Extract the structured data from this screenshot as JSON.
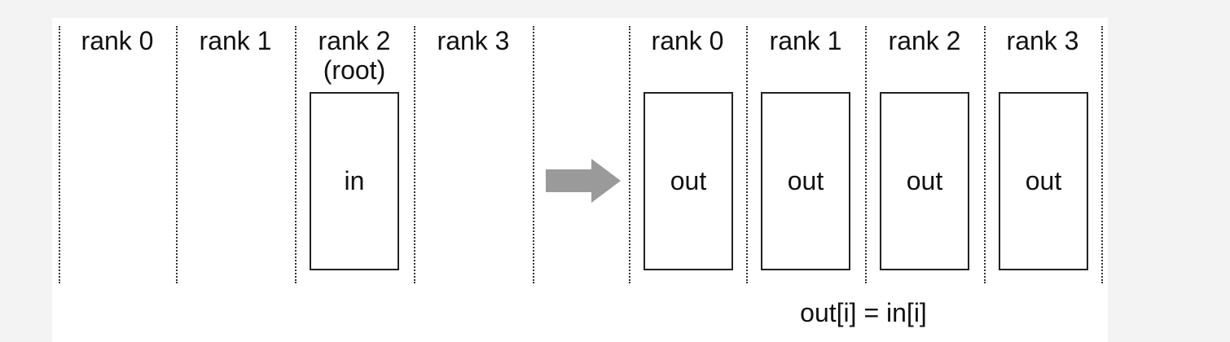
{
  "diagram": {
    "left_group": {
      "rank_labels": [
        "rank 0",
        "rank 1",
        "rank 2",
        "rank 3"
      ],
      "root_note": "(root)",
      "input_box": "in"
    },
    "right_group": {
      "rank_labels": [
        "rank 0",
        "rank 1",
        "rank 2",
        "rank 3"
      ],
      "output_boxes": [
        "out",
        "out",
        "out",
        "out"
      ]
    },
    "formula": "out[i] = in[i]",
    "colors": {
      "arrow": "#9a9a9a",
      "border": "#222222",
      "text": "#111111"
    },
    "arrow_icon": "right-arrow-icon"
  }
}
